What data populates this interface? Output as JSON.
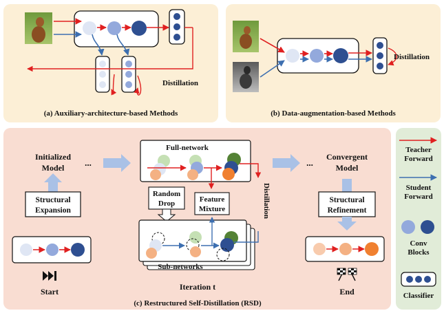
{
  "panel_a": {
    "caption": "(a) Auxiliary-architecture-based Methods",
    "distillation": "Distillation"
  },
  "panel_b": {
    "caption": "(b) Data-augmentation-based Methods",
    "distillation": "Distillation"
  },
  "panel_c": {
    "caption": "(c) Restructured Self-Distillation (RSD)",
    "initialized_model": [
      "Initialized",
      "Model"
    ],
    "ellipsis": "...",
    "structural_expansion": [
      "Structural",
      "Expansion"
    ],
    "start": "Start",
    "full_network": "Full-network",
    "random_drop": [
      "Random",
      "Drop"
    ],
    "feature_mixture": [
      "Feature",
      "Mixture"
    ],
    "distillation": "Distillation",
    "sub_networks": "Sub-networks",
    "iteration": "Iteration t",
    "convergent_model": [
      "Convergent",
      "Model"
    ],
    "structural_refinement": [
      "Structural",
      "Refinement"
    ],
    "end": "End"
  },
  "legend": {
    "teacher_forward": [
      "Teacher",
      "Forward"
    ],
    "student_forward": [
      "Student",
      "Forward"
    ],
    "conv_blocks": [
      "Conv",
      "Blocks"
    ],
    "classifier": "Classifier"
  },
  "colors": {
    "panel_yellow": "#fcefd6",
    "panel_pink": "#f9ddd2",
    "panel_green": "#e1ecd8",
    "teacher_red": "#e02020",
    "student_blue": "#3d6fb0",
    "conv_dark": "#2e4f91",
    "conv_mid": "#93a9dc",
    "conv_light": "#dfe6f4",
    "big_arrow": "#a9c1e6"
  }
}
